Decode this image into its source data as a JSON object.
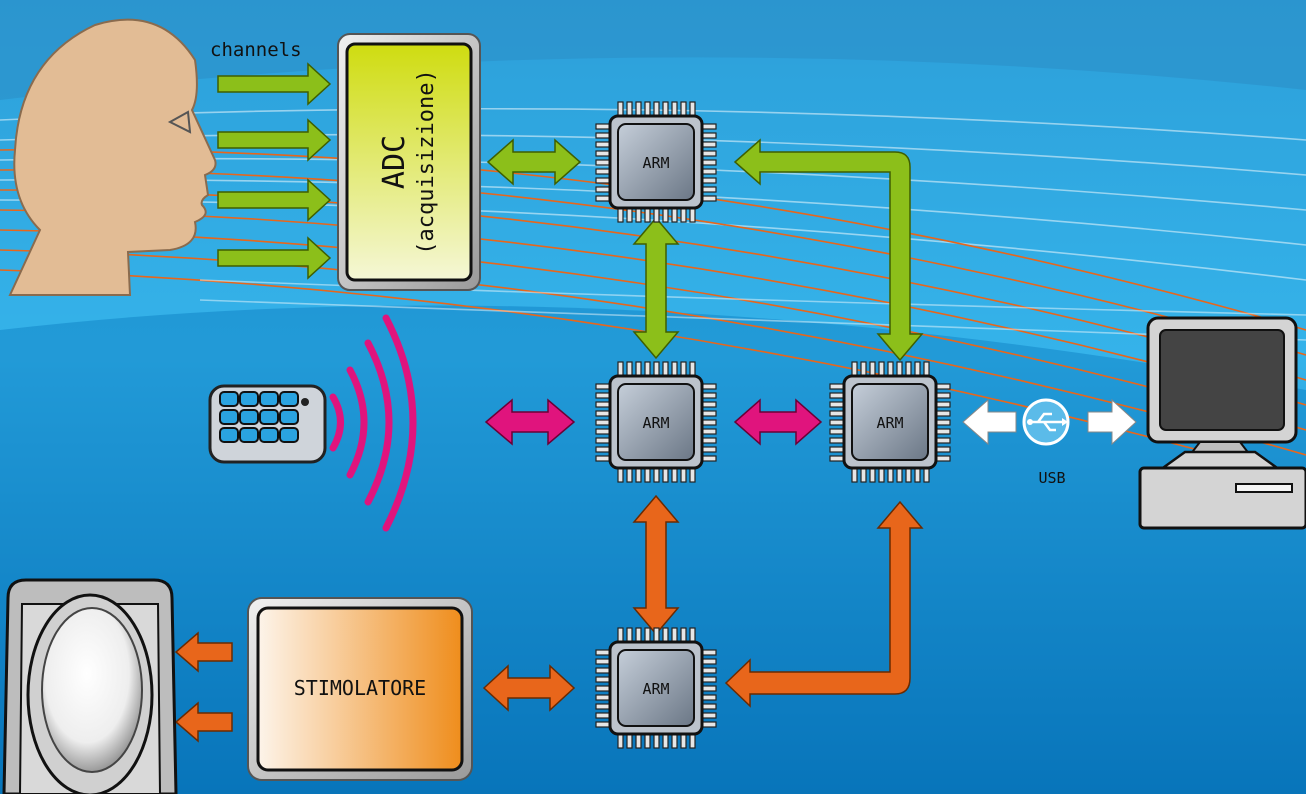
{
  "labels": {
    "channels": "channels",
    "adc_title": "ADC",
    "adc_subtitle": "(acquisizione)",
    "arm_top": "ARM",
    "arm_middle": "ARM",
    "arm_right": "ARM",
    "arm_bottom": "ARM",
    "usb": "USB",
    "stimolatore": "STIMOLATORE"
  },
  "icons": {
    "head": "human-head-profile-icon",
    "remote": "remote-control-icon",
    "wireless": "wireless-waves-icon",
    "usb": "usb-symbol-icon",
    "computer": "desktop-computer-icon",
    "display": "oval-display-icon"
  },
  "colors": {
    "green": "#8cbf1a",
    "magenta": "#e0147d",
    "orange": "#e8661b",
    "white_arrow": "#ffffff",
    "background_top": "#2aa6e3",
    "background_bottom": "#0a6fb3",
    "adc_fill": "#d6e21b",
    "stimolatore_fill": "#f0922a",
    "chip_body": "#8e99a8"
  }
}
